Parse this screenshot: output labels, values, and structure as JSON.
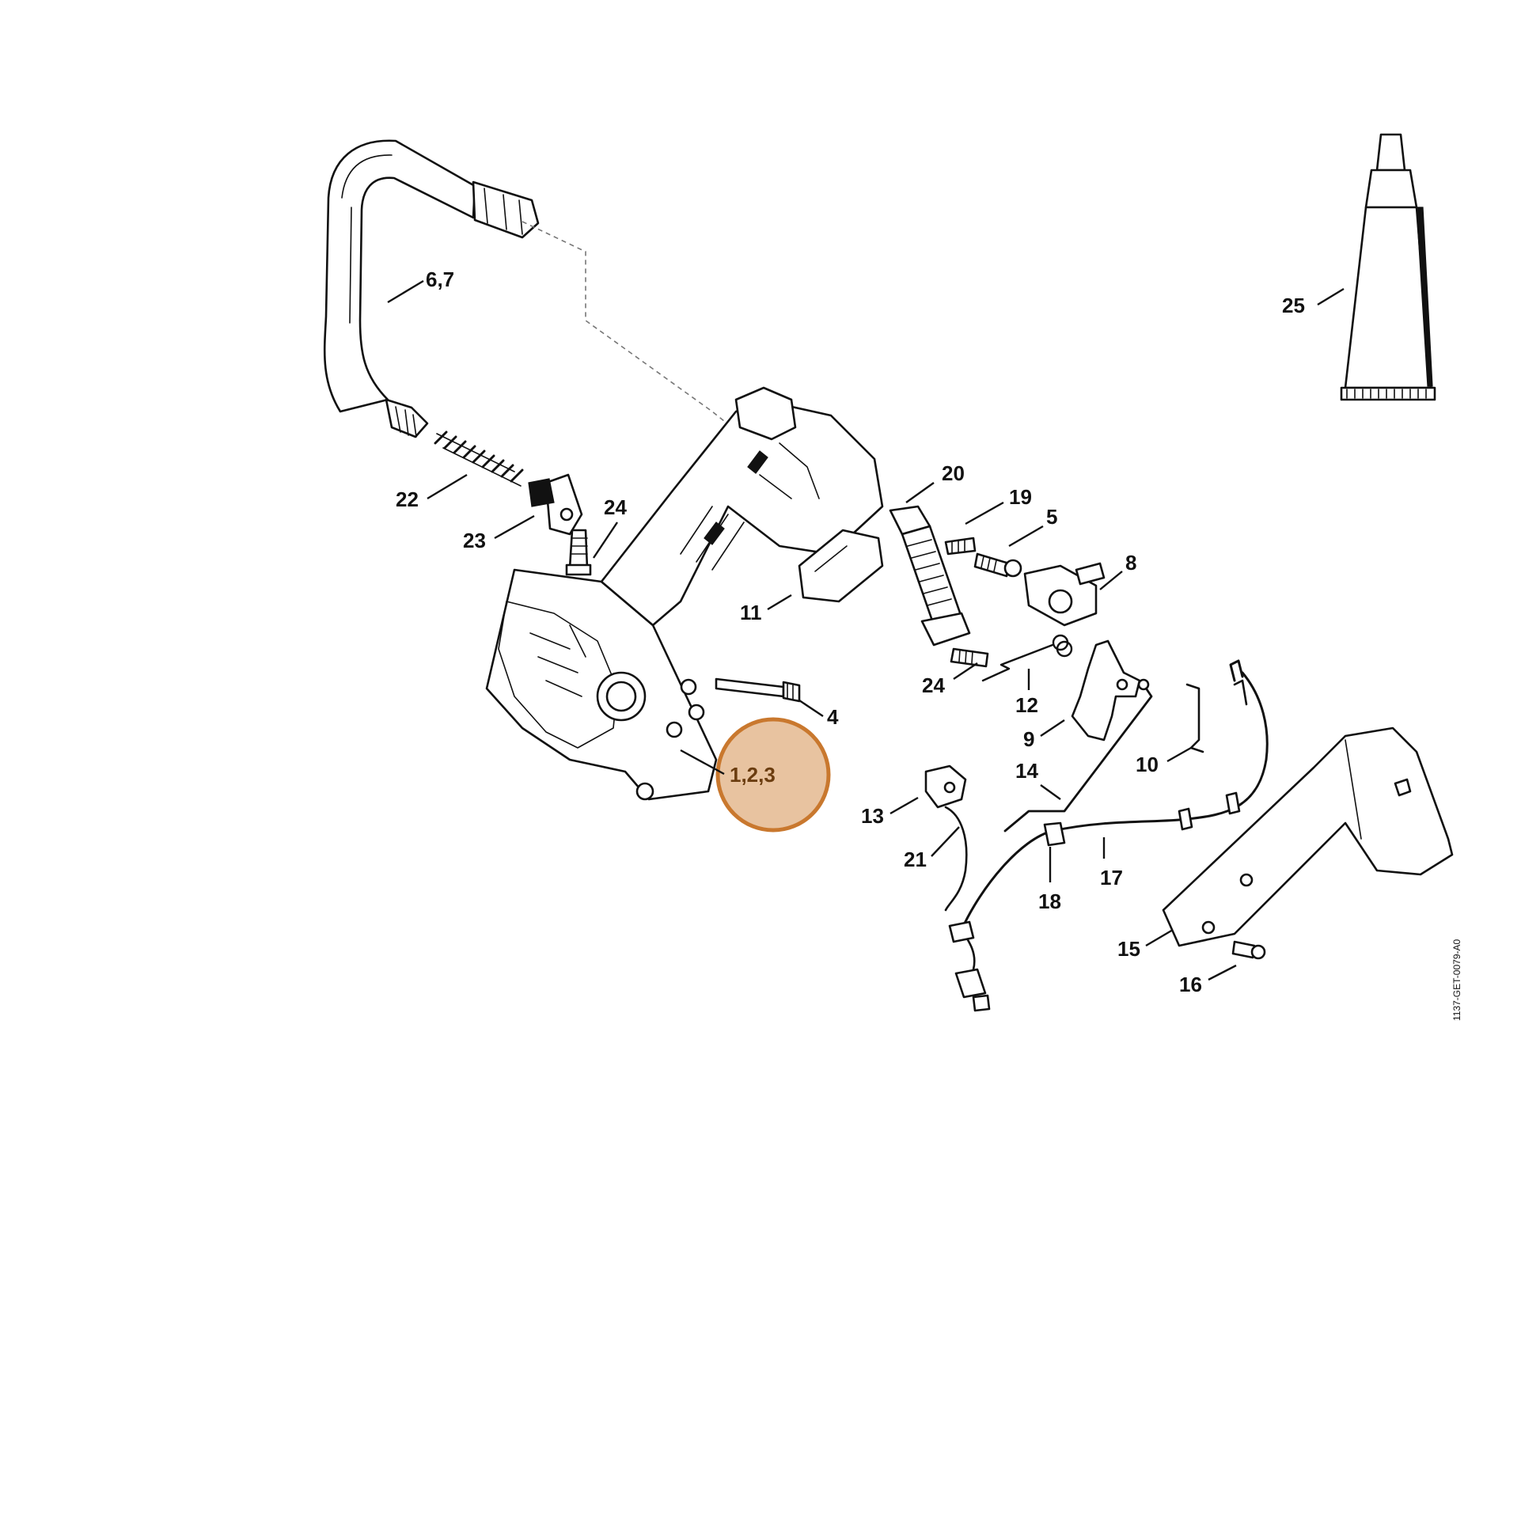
{
  "diagram": {
    "drawing_id": "1137-GET-0079-A0",
    "highlight_color": "#e8c3a0",
    "highlight_stroke": "#c9782e",
    "labels": {
      "p6_7": "6,7",
      "p25": "25",
      "p22": "22",
      "p23": "23",
      "p24_top": "24",
      "p20": "20",
      "p19": "19",
      "p5": "5",
      "p8": "8",
      "p11": "11",
      "p24_mid": "24",
      "p12": "12",
      "p4": "4",
      "p9": "9",
      "p1_2_3": "1,2,3",
      "p14": "14",
      "p10": "10",
      "p13": "13",
      "p21": "21",
      "p17": "17",
      "p18": "18",
      "p15": "15",
      "p16": "16"
    }
  }
}
